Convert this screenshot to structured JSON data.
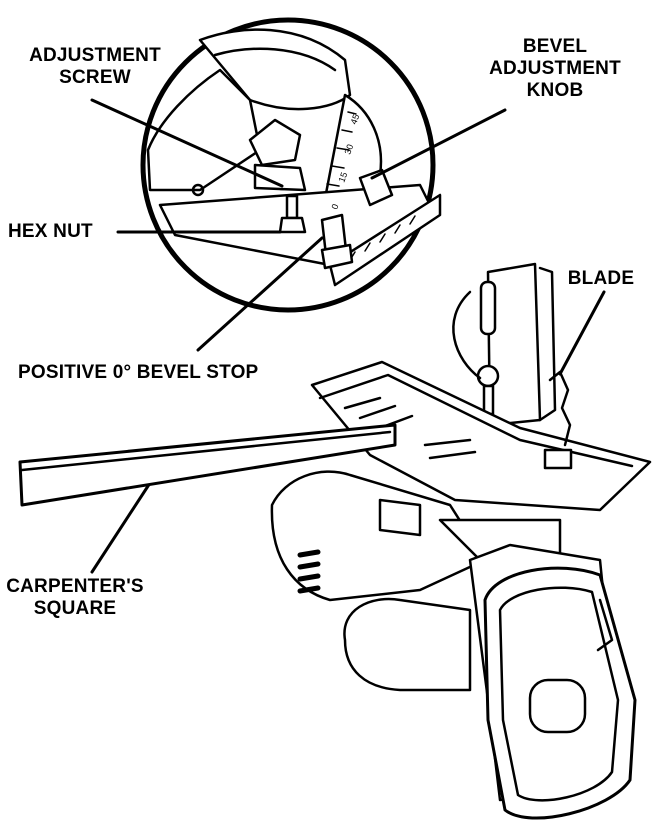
{
  "labels": {
    "adjustment_screw": [
      "ADJUSTMENT",
      "SCREW"
    ],
    "bevel_adjustment_knob": [
      "BEVEL",
      "ADJUSTMENT",
      "KNOB"
    ],
    "hex_nut": "HEX NUT",
    "blade": "BLADE",
    "positive_bevel_stop": "POSITIVE 0° BEVEL STOP",
    "carpenters_square": [
      "CARPENTER'S",
      "SQUARE"
    ]
  },
  "scale_marks": [
    "45",
    "30",
    "15",
    "0"
  ],
  "colors": {
    "ink": "#000000",
    "paper": "#ffffff",
    "shade": "#e6e6e6"
  }
}
